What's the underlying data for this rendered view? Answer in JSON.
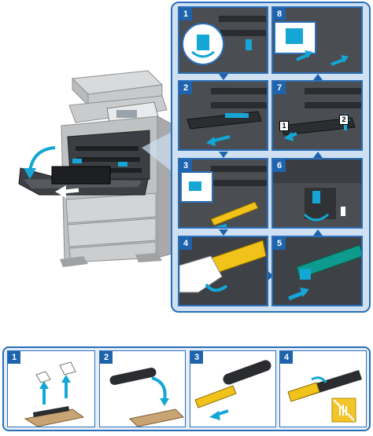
{
  "steps_main": [
    {
      "number": "1"
    },
    {
      "number": "8"
    },
    {
      "number": "2"
    },
    {
      "number": "7"
    },
    {
      "number": "3"
    },
    {
      "number": "6"
    },
    {
      "number": "4"
    },
    {
      "number": "5"
    }
  ],
  "step7_callouts": {
    "a": "1",
    "b": "2"
  },
  "steps_bottom": [
    {
      "number": "1"
    },
    {
      "number": "2"
    },
    {
      "number": "3"
    },
    {
      "number": "4"
    }
  ],
  "colors": {
    "frame": "#2a6fb8",
    "badge": "#1f63ad",
    "accent_cyan": "#14a7d6",
    "accent_yellow": "#f0c21a",
    "warning_yellow": "#f2c62b"
  }
}
